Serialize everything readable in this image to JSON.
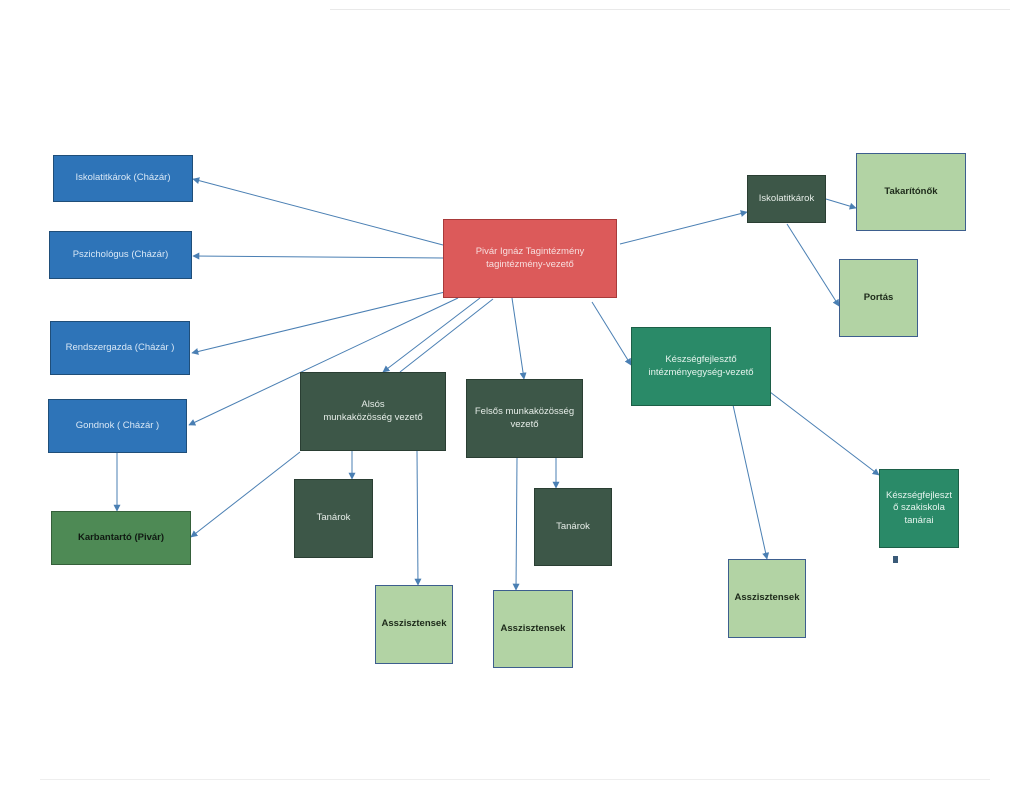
{
  "nodes": {
    "center": "Pivár Ignáz Tagintézmény\ntagintézmény-vezető",
    "isk_chazar": "Iskolatitkárok (Cházár)",
    "pszichologus": "Pszichológus (Cházár)",
    "rendszergazda": "Rendszergazda (Cházár )",
    "gondnok": "Gondnok ( Cházár )",
    "karbantarto": "Karbantartó (Pivár)",
    "also": "Alsós\nmunkaközösség vezető",
    "felso": "Felsős munkaközösség\nvezető",
    "keszseg_vezeto": "Készségfejlesztő\nintézményegység-vezető",
    "iskolatitkarok": "Iskolatitkárok",
    "takaritonok": "Takarítónők",
    "portas": "Portás",
    "tanarok_also": "Tanárok",
    "tanarok_felso": "Tanárok",
    "asszisztensek_also": "Asszisztensek",
    "asszisztensek_felso": "Asszisztensek",
    "asszisztensek_keszseg": "Asszisztensek",
    "keszseg_tanarai": "Készségfejleszt\nő szakiskola\ntanárai"
  },
  "colors": {
    "blue": "#2e74b8",
    "red": "#dc5a5a",
    "dark_green": "#3d5748",
    "teal": "#2a8a68",
    "mid_green": "#4e8a55",
    "light_green": "#b2d3a4",
    "connector": "#4a7fb3"
  }
}
